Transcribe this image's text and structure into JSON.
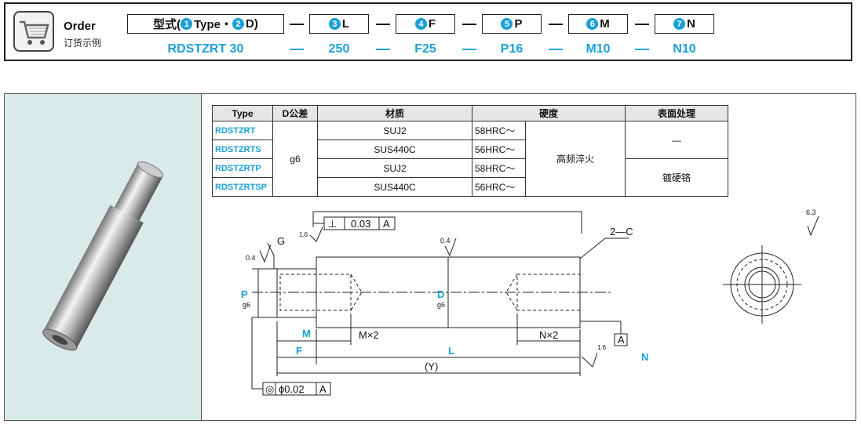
{
  "order": {
    "title": "Order",
    "subtitle": "订货示例",
    "spec_labels": [
      "型式(",
      "Type・",
      "D)"
    ],
    "spec_L": "L",
    "spec_F": "F",
    "spec_P": "P",
    "spec_M": "M",
    "spec_N": "N",
    "dash": "—",
    "values": {
      "type_d": "RDSTZRT 30",
      "L": "250",
      "F": "F25",
      "P": "P16",
      "M": "M10",
      "N": "N10"
    },
    "num": {
      "n1": "1",
      "n2": "2",
      "n3": "3",
      "n4": "4",
      "n5": "5",
      "n6": "6",
      "n7": "7"
    }
  },
  "table": {
    "headers": [
      "Type",
      "D公差",
      "材质",
      "硬度",
      "表面处理"
    ],
    "rows": [
      {
        "type": "RDSTZRT",
        "material": "SUJ2",
        "hardness": "58HRC～"
      },
      {
        "type": "RDSTZRTS",
        "material": "SUS440C",
        "hardness": "56HRC～"
      },
      {
        "type": "RDSTZRTP",
        "material": "SUJ2",
        "hardness": "58HRC～"
      },
      {
        "type": "RDSTZRTSP",
        "material": "SUS440C",
        "hardness": "56HRC～"
      }
    ],
    "tolerance": "g6",
    "treatment_common": "高频淬火",
    "surface_1": "—",
    "surface_2": "镀硬铬"
  },
  "drawing": {
    "perp": "⊥",
    "perp_val": "0.03",
    "datum_a": "A",
    "chamfer": "2—C",
    "g": "G",
    "ra04": "0.4",
    "ra16": "1.6",
    "ra63": "6.3",
    "p_label": "P",
    "g6": "g6",
    "d_label": "D",
    "m_label": "M",
    "mx2": "M×2",
    "nx2": "N×2",
    "f_label": "F",
    "l_label": "L",
    "y_label": "(Y)",
    "n_label": "N",
    "conc": "◎",
    "conc_val": "ϕ0.02"
  },
  "colors": {
    "accent": "#1aa0d8",
    "pane": "#d8ebe9"
  }
}
